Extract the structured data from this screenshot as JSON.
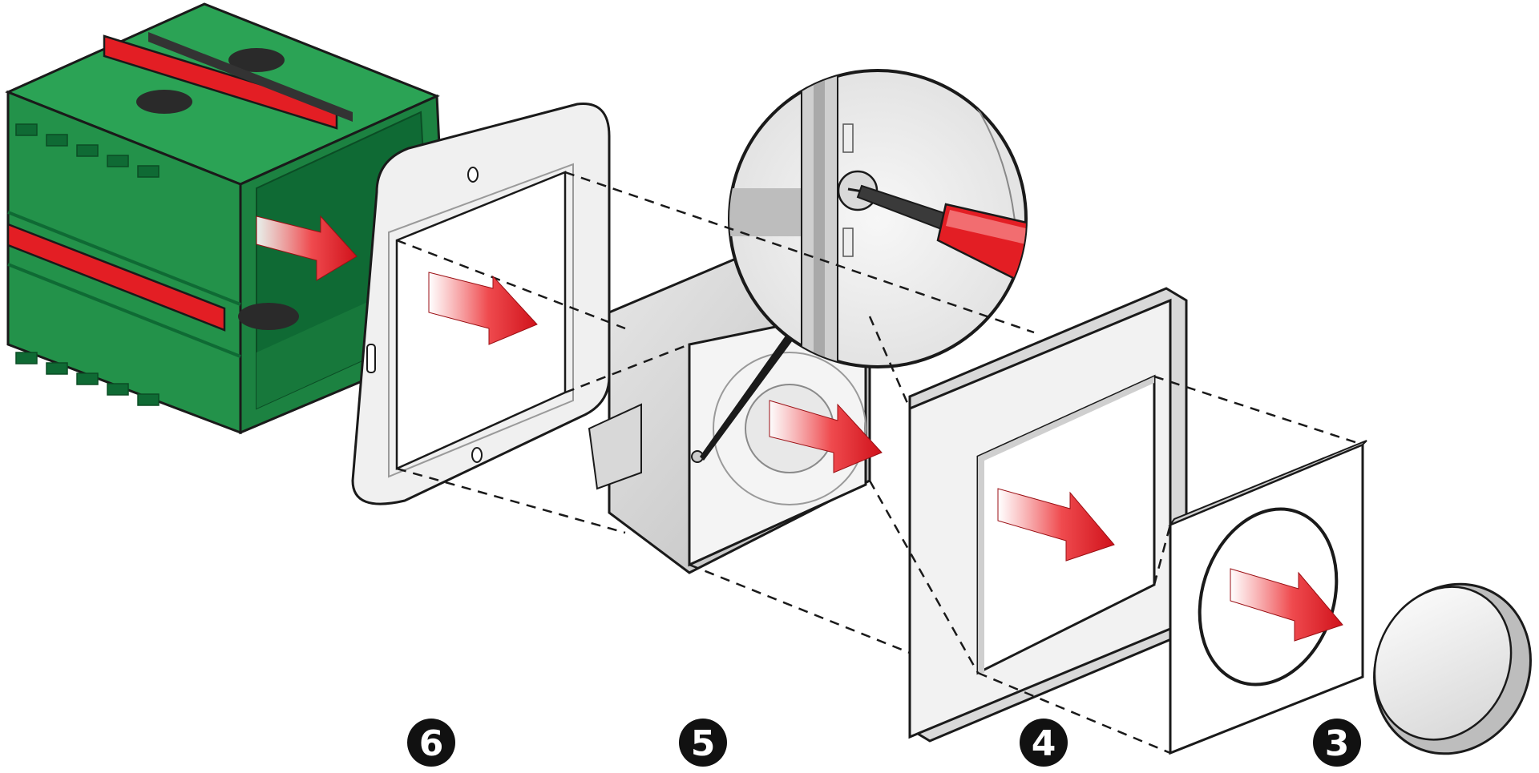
{
  "steps": [
    {
      "number": "6",
      "part": "flush-mounting-box"
    },
    {
      "number": "5",
      "part": "mounting-frame"
    },
    {
      "number": "4",
      "part": "cover-frame"
    },
    {
      "number": "3",
      "part": "cover-plate"
    }
  ],
  "colors": {
    "box_green": "#23924a",
    "box_green_dark": "#0f6a34",
    "red": "#e31e24",
    "grey_light": "#f2f2f2",
    "grey_mid": "#d9d9d9",
    "outline": "#1a1a1a",
    "badge": "#111111"
  },
  "icons": [
    "arrow-right-icon",
    "screwdriver-icon",
    "screw-icon",
    "magnifier-circle-icon"
  ]
}
